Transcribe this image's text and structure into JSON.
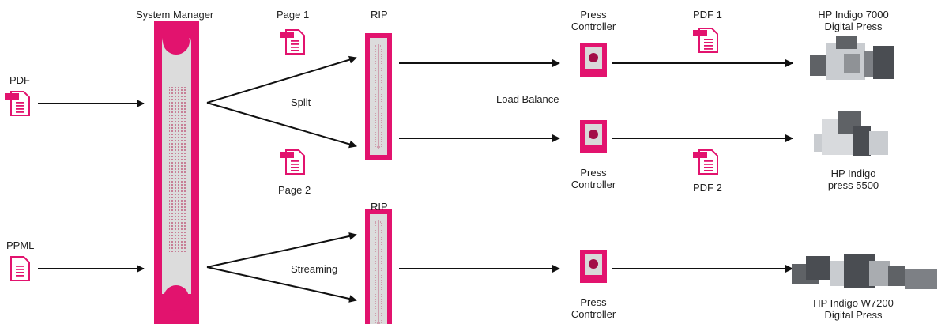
{
  "colors": {
    "magenta": "#e2136e",
    "panel": "#dcdcdc",
    "arrow": "#111111",
    "press_dark": "#5f6266",
    "press_light": "#c9ccd0"
  },
  "labels": {
    "system_manager": "System Manager",
    "page1": "Page 1",
    "page2": "Page 2",
    "rip_top": "RIP",
    "rip_bottom": "RIP",
    "split": "Split",
    "streaming": "Streaming",
    "load_balance": "Load Balance",
    "pdf_input": "PDF",
    "ppml_input": "PPML",
    "pc1": "Press\nController",
    "pc2": "Press\nController",
    "pc3": "Press\nController",
    "pdf1": "PDF 1",
    "pdf2": "PDF 2",
    "press1": "HP Indigo 7000\nDigital Press",
    "press2": "HP Indigo\npress 5500",
    "press3": "HP Indigo W7200\nDigital Press"
  },
  "icons": {
    "document": "document-icon",
    "press_controller": "press-controller-icon",
    "printer": "digital-press-icon"
  }
}
